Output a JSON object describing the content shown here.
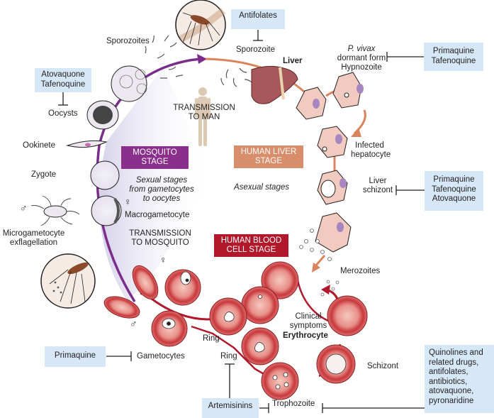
{
  "title": "Malaria parasite life cycle and drug targets",
  "colors": {
    "mosquito_stage": "#8b2f8c",
    "liver_stage": "#d98e6b",
    "blood_stage": "#b2182b",
    "drug_box": "#d6e8f7",
    "mosquito_arrow": "#7b2d8b",
    "liver_arrow": "#d9845d",
    "blood_arrow": "#b2182b"
  },
  "stages": {
    "mosquito": {
      "line1": "MOSQUITO",
      "line2": "STAGE"
    },
    "liver": {
      "line1": "HUMAN LIVER",
      "line2": "STAGE"
    },
    "blood": {
      "line1": "HUMAN BLOOD",
      "line2": "CELL STAGE"
    }
  },
  "annotations": {
    "transmission_to_man": {
      "line1": "TRANSMISSION",
      "line2": "TO MAN"
    },
    "transmission_to_mosquito": {
      "line1": "TRANSMISSION",
      "line2": "TO MOSQUITO"
    },
    "sexual_stages": {
      "line1": "Sexual stages",
      "line2": "from gametocytes",
      "line3": "to oocytes"
    },
    "asexual_stages": "Asexual stages",
    "clinical_symptoms": {
      "line1": "Clinical",
      "line2": "symptoms"
    },
    "erythrocyte": "Erythrocyte",
    "liver": "Liver"
  },
  "labels": {
    "sporozoites": "Sporozoites",
    "sporozoite": "Sporozoite",
    "oocysts": "Oocysts",
    "ookinete": "Ookinete",
    "zygote": "Zygote",
    "macrogametocyte": "Macrogametocyte",
    "microgametocyte": {
      "line1": "Microgametocyte",
      "line2": "exflagellation"
    },
    "hypnozoite": {
      "line1": "P. vivax",
      "line2": "dormant form",
      "line3": "Hypnozoite"
    },
    "infected_hepatocyte": {
      "line1": "Infected",
      "line2": "hepatocyte"
    },
    "liver_schizont": {
      "line1": "Liver",
      "line2": "schizont"
    },
    "merozoites": "Merozoites",
    "schizont": "Schizont",
    "trophozoite": "Trophozoite",
    "ring_upper": "Ring",
    "ring_lower": "Ring",
    "gametocytes": "Gametocytes",
    "female_symbol": "♀",
    "male_symbol": "♂"
  },
  "drugs": {
    "antifolates": "Antifolates",
    "atovaquone_tafenoquine": {
      "line1": "Atovaquone",
      "line2": "Tafenoquine"
    },
    "primaquine_tafenoquine": {
      "line1": "Primaquine",
      "line2": "Tafenoquine"
    },
    "liver_schizont_drugs": {
      "line1": "Primaquine",
      "line2": "Tafenoquine",
      "line3": "Atovaquone"
    },
    "primaquine": "Primaquine",
    "artemisinins": "Artemisinins",
    "quinolines": {
      "line1": "Quinolines and",
      "line2": "related drugs,",
      "line3": "antifolates,",
      "line4": "antibiotics,",
      "line5": "atovaquone,",
      "line6": "pyronaridine"
    }
  }
}
